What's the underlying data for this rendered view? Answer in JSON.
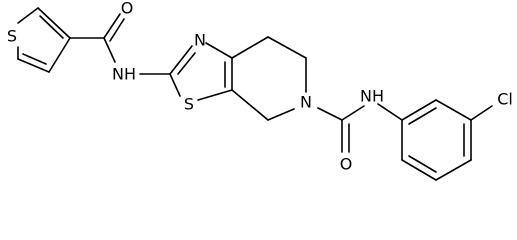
{
  "structure": {
    "atoms": {
      "S_thiophene": "S",
      "O_amide_top": "O",
      "NH_amide_left": "NH",
      "N_thiazole": "N",
      "S_thiazole": "S",
      "N_ring": "N",
      "O_urea": "O",
      "NH_urea": "NH",
      "Cl": "Cl"
    }
  }
}
